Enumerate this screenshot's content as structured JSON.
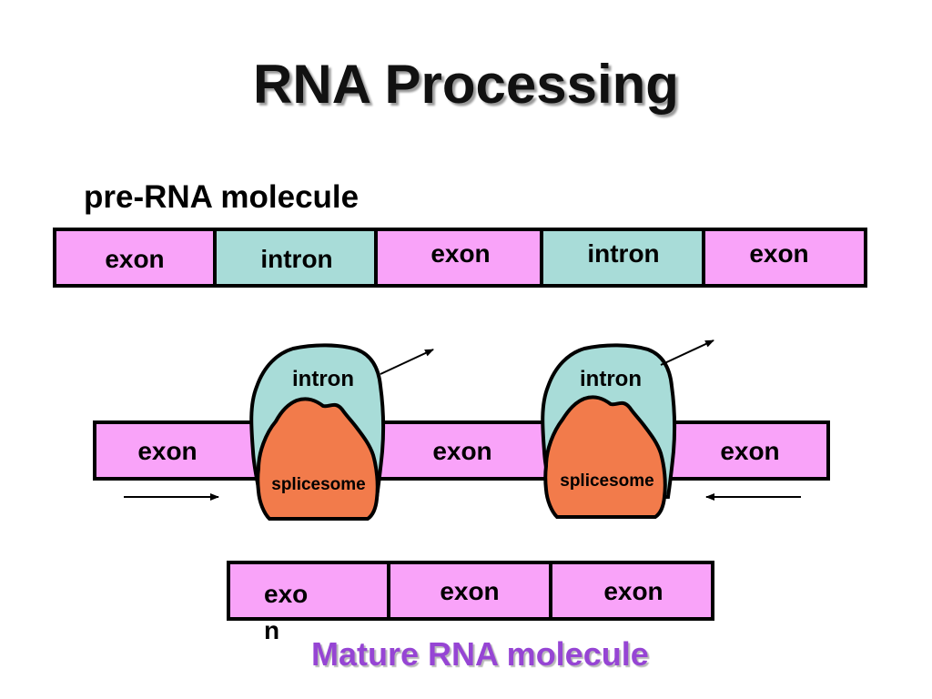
{
  "title": "RNA Processing",
  "pre_rna": {
    "label": "pre-RNA molecule",
    "segments": [
      "exon",
      "intron",
      "exon",
      "intron",
      "exon"
    ]
  },
  "splicing": {
    "exons": [
      "exon",
      "exon",
      "exon"
    ],
    "intron_loops": [
      "intron",
      "intron"
    ],
    "spliceosomes": [
      "splicesome",
      "splicesome"
    ]
  },
  "mature_rna": {
    "label": "Mature RNA molecule",
    "segments": [
      "exo\nn",
      "exon",
      "exon"
    ]
  },
  "colors": {
    "exon": "#f9a3f9",
    "intron": "#a8dcd8",
    "spliceosome": "#f27b4b",
    "mature_label": "#9645d4"
  }
}
